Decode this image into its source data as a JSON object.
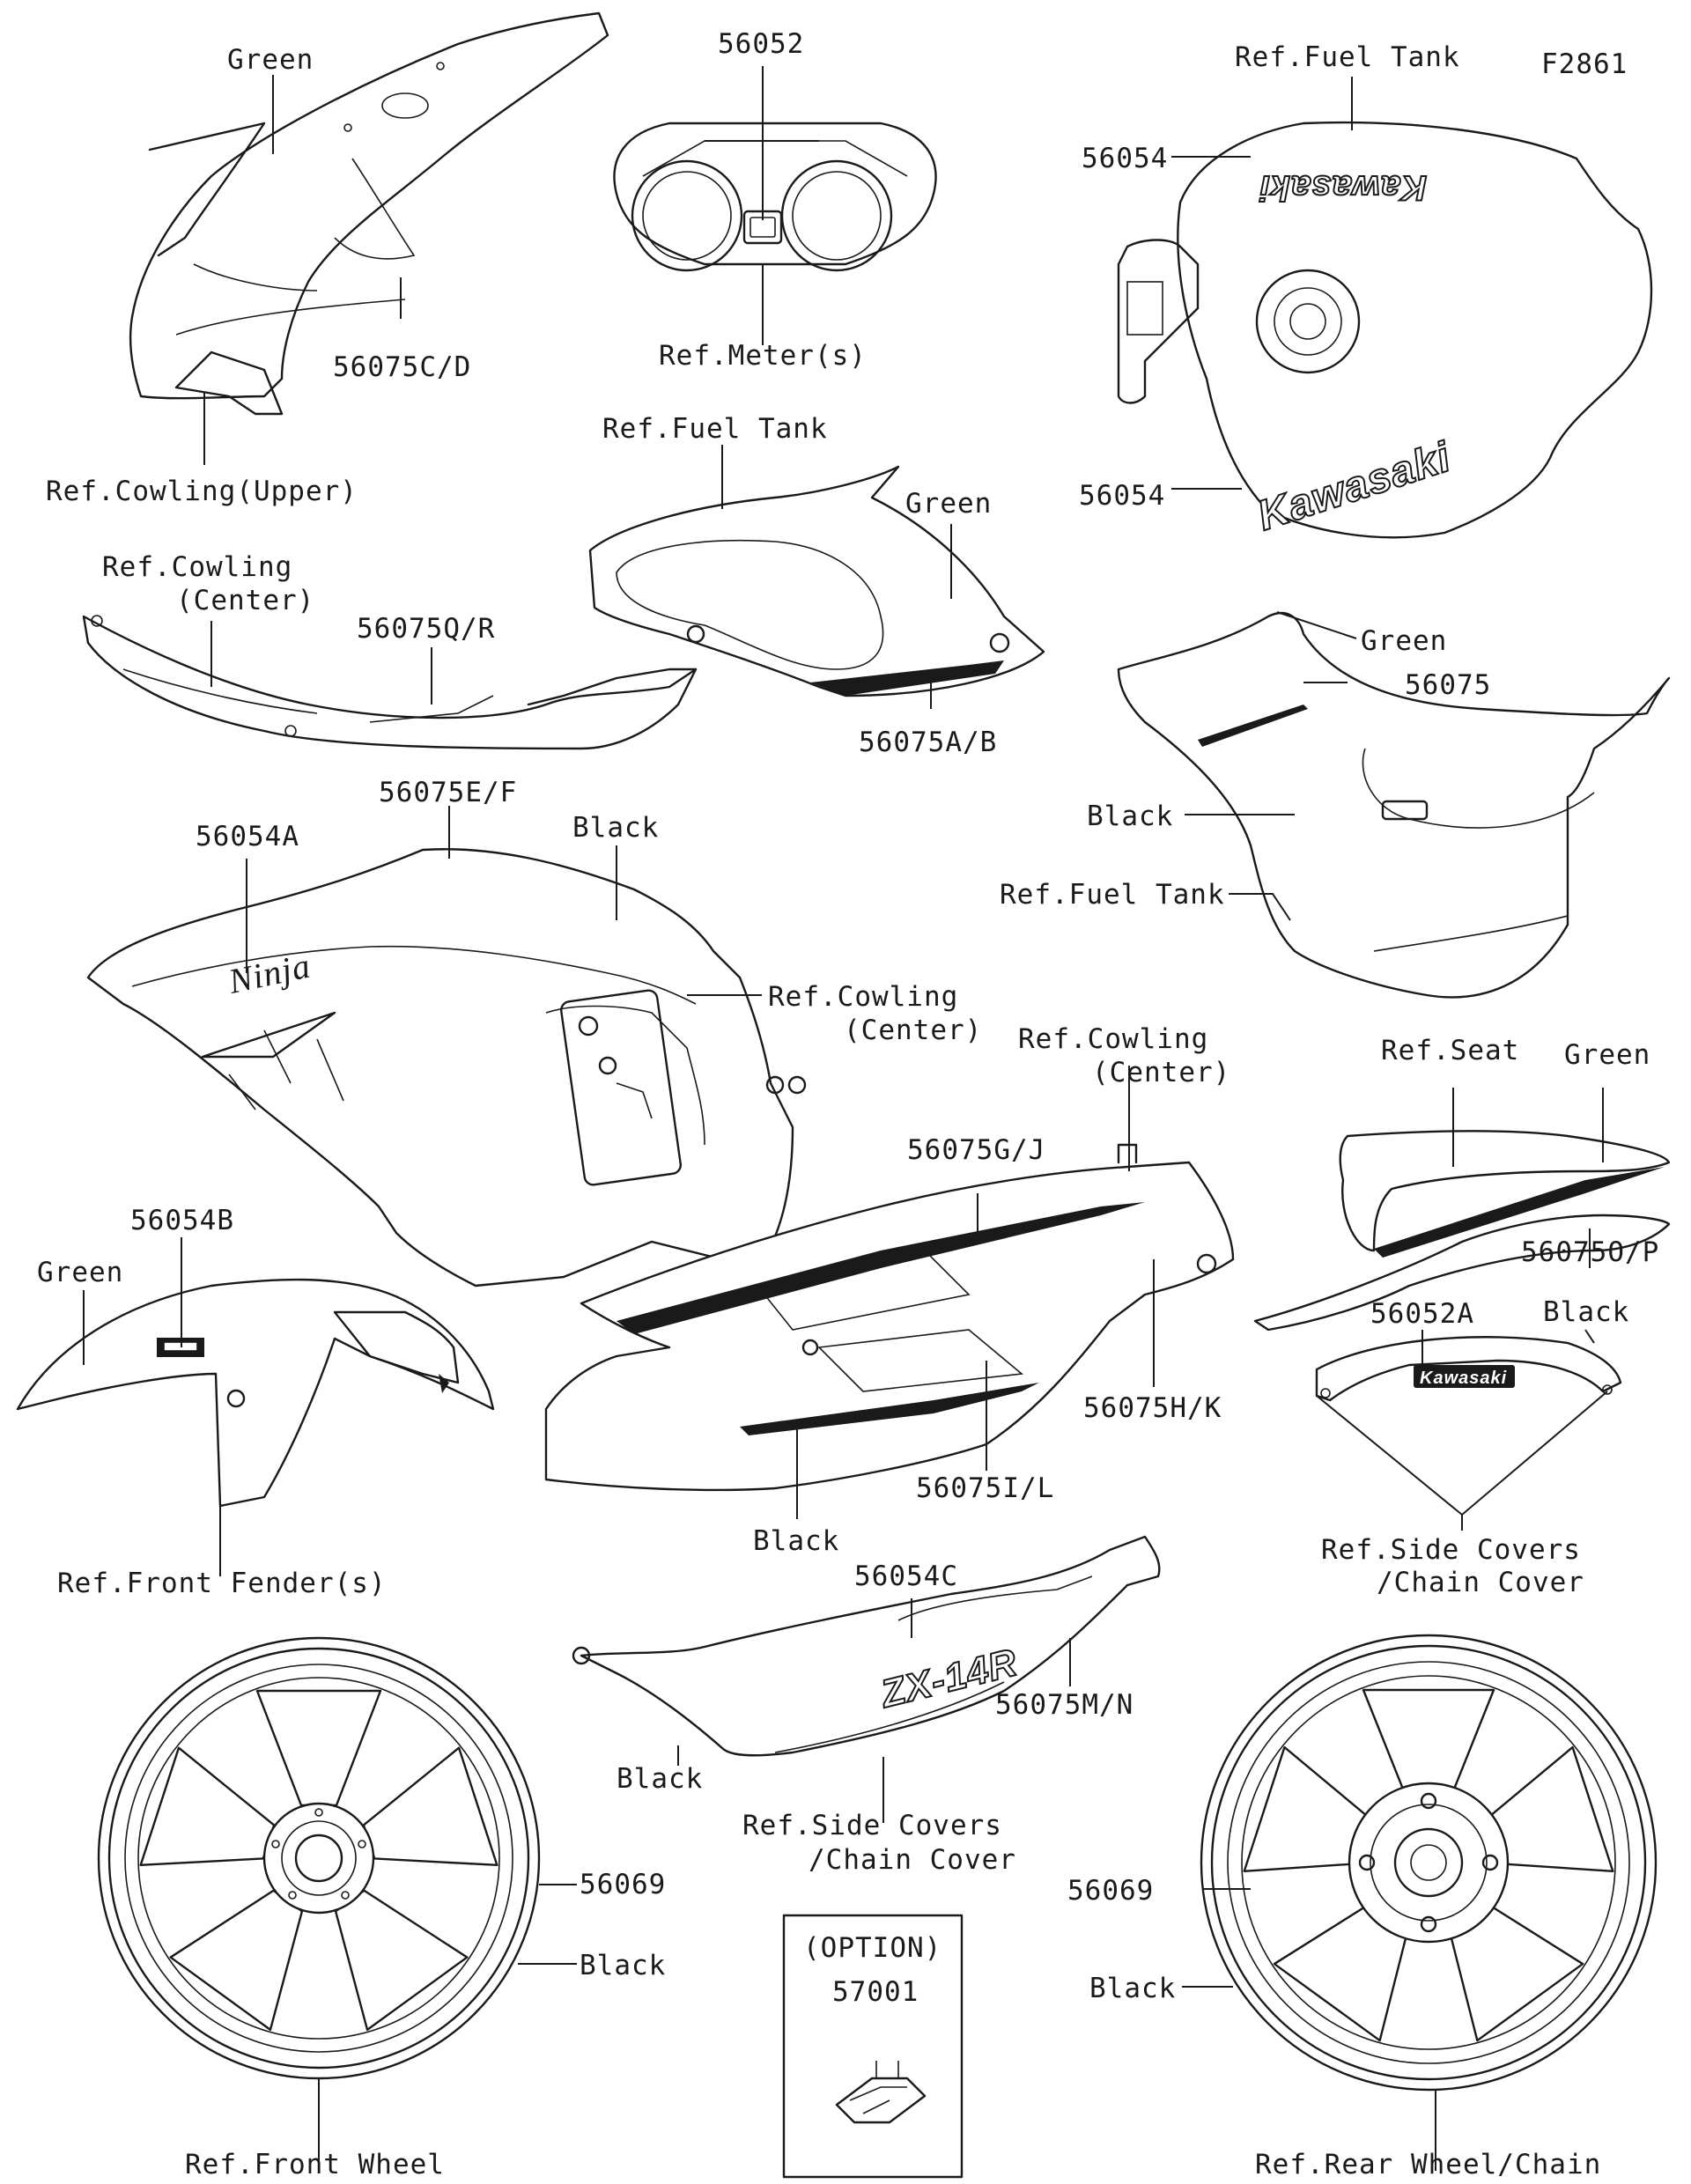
{
  "figure_id": "F2861",
  "labels": {
    "green_cowling_upper": "Green",
    "p56052": "56052",
    "ref_fuel_tank_top": "Ref.Fuel Tank",
    "p56054_top": "56054",
    "p56075cd": "56075C/D",
    "ref_meters": "Ref.Meter(s)",
    "ref_cowling_upper": "Ref.Cowling(Upper)",
    "p56054_bottom": "56054",
    "ref_fuel_tank_mid": "Ref.Fuel Tank",
    "green_tank_cover": "Green",
    "ref_cowling_center_1a": "Ref.Cowling",
    "ref_cowling_center_1b": "(Center)",
    "p56075qr": "56075Q/R",
    "p56075ab": "56075A/B",
    "green_tank_side": "Green",
    "p56075": "56075",
    "black_tank_side": "Black",
    "ref_fuel_tank_side": "Ref.Fuel Tank",
    "p56075ef": "56075E/F",
    "p56054a": "56054A",
    "black_side_cowl": "Black",
    "ref_cowling_center_2a": "Ref.Cowling",
    "ref_cowling_center_2b": "(Center)",
    "ref_cowling_center_3a": "Ref.Cowling",
    "ref_cowling_center_3b": "(Center)",
    "ref_seat": "Ref.Seat",
    "green_seat": "Green",
    "p56075gj": "56075G/J",
    "p56075op": "56075O/P",
    "p56054b": "56054B",
    "green_fender": "Green",
    "p56052a": "56052A",
    "black_chain_cover": "Black",
    "p56075hk": "56075H/K",
    "p56075il": "56075I/L",
    "black_lower_cowl": "Black",
    "ref_side_covers_1a": "Ref.Side Covers",
    "ref_side_covers_1b": "/Chain Cover",
    "ref_front_fenders": "Ref.Front Fender(s)",
    "p56054c": "56054C",
    "p56075mn": "56075M/N",
    "black_side_cover": "Black",
    "ref_side_covers_2a": "Ref.Side Covers",
    "ref_side_covers_2b": "/Chain Cover",
    "p56069_front": "56069",
    "black_front_wheel": "Black",
    "option": "(OPTION)",
    "p57001": "57001",
    "p56069_rear": "56069",
    "black_rear_wheel": "Black",
    "ref_front_wheel": "Ref.Front Wheel",
    "ref_rear_wheel_chain": "Ref.Rear Wheel/Chain"
  },
  "logos": {
    "tank_top": "Kawasaki",
    "tank_bottom": "Kawasaki",
    "ninja": "Ninja",
    "chain_cover": "Kawasaki",
    "zx14r": "ZX-14R"
  }
}
